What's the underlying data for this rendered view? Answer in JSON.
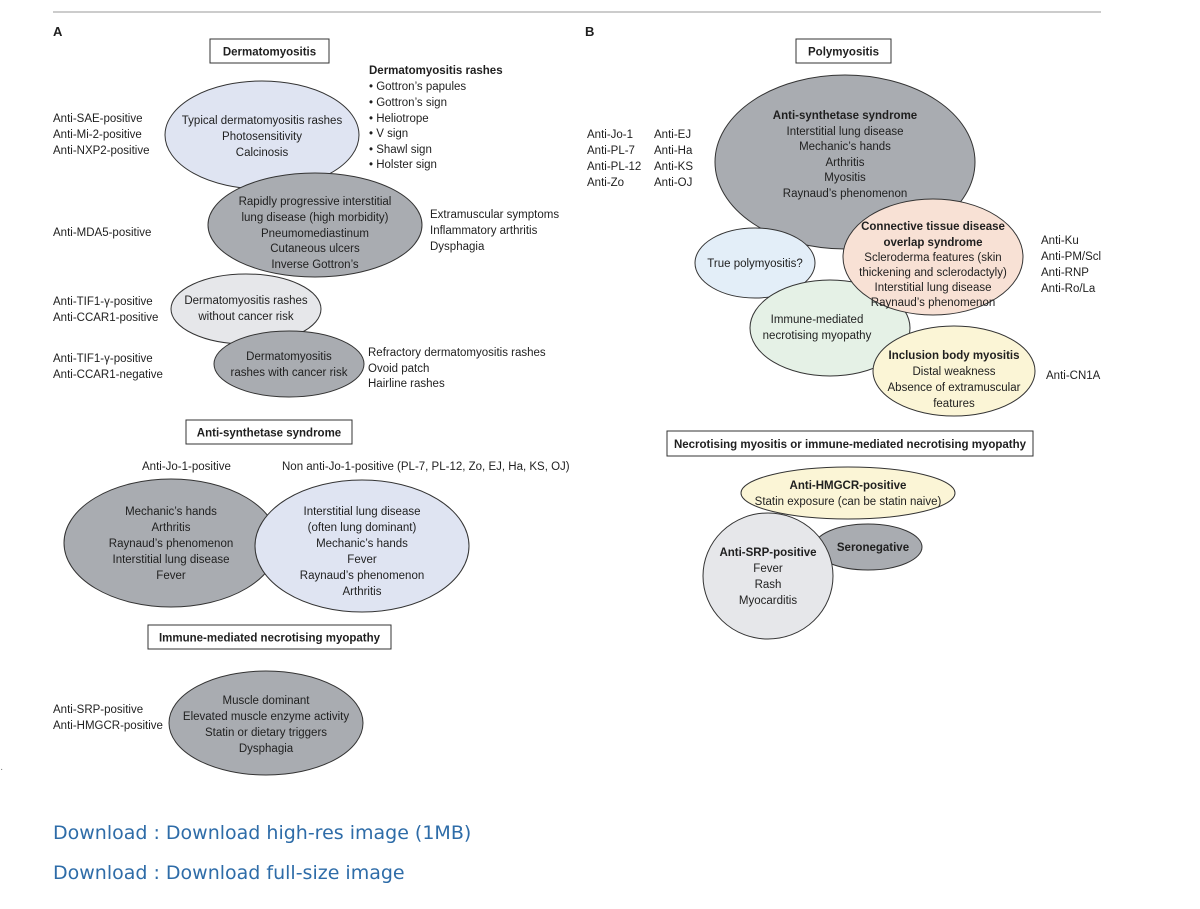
{
  "panels": {
    "a": "A",
    "b": "B"
  },
  "a": {
    "dm_title": "Dermatomyositis",
    "dm_rashes": {
      "title": "Dermatomyositis rashes",
      "items": [
        "• Gottron’s papules",
        "• Gottron’s sign",
        "• Heliotrope",
        "• V sign",
        "• Shawl sign",
        "• Holster sign"
      ]
    },
    "ab1": [
      "Anti-SAE-positive",
      "Anti-Mi-2-positive",
      "Anti-NXP2-positive"
    ],
    "el1": [
      "Typical dermatomyositis rashes",
      "Photosensitivity",
      "Calcinosis"
    ],
    "ab2": [
      "Anti-MDA5-positive"
    ],
    "el2": [
      "Rapidly progressive interstitial",
      "lung disease (high morbidity)",
      "Pneumomediastinum",
      "Cutaneous ulcers",
      "Inverse Gottron’s"
    ],
    "extra": [
      "Extramuscular symptoms",
      "Inflammatory arthritis",
      "Dysphagia"
    ],
    "ab3": [
      "Anti-TIF1-γ-positive",
      "Anti-CCAR1-positive"
    ],
    "el3": [
      "Dermatomyositis rashes",
      "without cancer risk"
    ],
    "ab4": [
      "Anti-TIF1-γ-positive",
      "Anti-CCAR1-negative"
    ],
    "el4": [
      "Dermatomyositis",
      "rashes with cancer risk"
    ],
    "refr": [
      "Refractory dermatomyositis rashes",
      "Ovoid patch",
      "Hairline rashes"
    ],
    "as_title": "Anti-synthetase syndrome",
    "as_jo1": "Anti-Jo-1-positive",
    "as_nonjo1": "Non anti-Jo-1-positive (PL-7, PL-12, Zo, EJ, Ha, KS, OJ)",
    "as_left": [
      "Mechanic’s hands",
      "Arthritis",
      "Raynaud’s phenomenon",
      "Interstitial lung disease",
      "Fever"
    ],
    "as_right": [
      "Interstitial lung disease",
      "(often lung dominant)",
      "Mechanic’s hands",
      "Fever",
      "Raynaud’s phenomenon",
      "Arthritis"
    ],
    "imnm_title": "Immune-mediated necrotising myopathy",
    "imnm_ab": [
      "Anti-SRP-positive",
      "Anti-HMGCR-positive"
    ],
    "imnm_el": [
      "Muscle dominant",
      "Elevated muscle enzyme activity",
      "Statin or dietary triggers",
      "Dysphagia"
    ]
  },
  "b": {
    "pm_title": "Polymyositis",
    "ab_left1": [
      "Anti-Jo-1",
      "Anti-PL-7",
      "Anti-PL-12",
      "Anti-Zo"
    ],
    "ab_left2": [
      "Anti-EJ",
      "Anti-Ha",
      "Anti-KS",
      "Anti-OJ"
    ],
    "asyn": {
      "title": "Anti-synthetase syndrome",
      "lines": [
        "Interstitial lung disease",
        "Mechanic’s hands",
        "Arthritis",
        "Myositis",
        "Raynaud’s phenomenon"
      ]
    },
    "true_pm": "True polymyositis?",
    "ctd": {
      "title": [
        "Connective tissue disease",
        "overlap syndrome"
      ],
      "lines": [
        "Scleroderma features (skin",
        "thickening and sclerodactyly)",
        "Interstitial lung disease",
        "Raynaud’s phenomenon"
      ]
    },
    "ctd_ab": [
      "Anti-Ku",
      "Anti-PM/Scl",
      "Anti-RNP",
      "Anti-Ro/La"
    ],
    "imnm": [
      "Immune-mediated",
      "necrotising myopathy"
    ],
    "ibm": {
      "title": "Inclusion body myositis",
      "lines": [
        "Distal weakness",
        "Absence of extramuscular",
        "features"
      ]
    },
    "ibm_ab": "Anti-CN1A",
    "nm_title": "Necrotising myositis or immune-mediated necrotising myopathy",
    "hmgcr": {
      "title": "Anti-HMGCR-positive",
      "line": "Statin exposure (can be statin naive)"
    },
    "srp": {
      "title": "Anti-SRP-positive",
      "lines": [
        "Fever",
        "Rash",
        "Myocarditis"
      ]
    },
    "seroneg": "Seronegative"
  },
  "links": {
    "hires": "Download : Download high-res image (1MB)",
    "full": "Download : Download full-size image"
  },
  "colors": {
    "light_blue": "#dfe4f2",
    "mid_gray": "#a9acb1",
    "light_gray": "#e6e7ea",
    "sky": "#e3eef8",
    "salmon": "#f8e1d5",
    "mint": "#e5f1e6",
    "cream": "#fbf5d6",
    "dark_text": "#1f1f1f",
    "link": "#2e6ca8"
  }
}
